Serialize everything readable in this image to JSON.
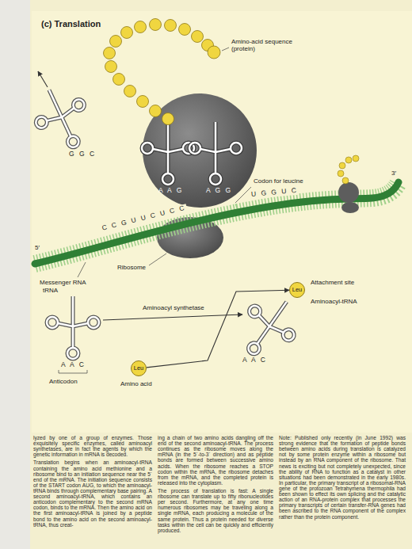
{
  "diagram": {
    "title": "(c) Translation",
    "nodes": [
      {
        "text": [
          "Leu"
        ]
      },
      {
        "text": [
          "Leu"
        ]
      }
    ],
    "edges": [
      {
        "from": 1,
        "to": 0,
        "arrow": "to"
      }
    ],
    "labels": [
      "Amino-acid sequence (protein)",
      "Codon for leucine",
      "A A G",
      "A G G",
      "G G C",
      "C C G U U C U C C",
      "U G G U C",
      "5′",
      "3′",
      "Messenger RNA",
      "Ribosome",
      "tRNA",
      "Aminoacyl synthetase",
      "Attachment site",
      "Aminoacyl-tRNA",
      "A A C",
      "A A C",
      "Anticodon",
      "Amino acid",
      "lyzed by one of a group of enzymes. Those exquisitely specific enzymes, called aminoacyl synthetases, are in fact the agents by which the genetic information in mRNA is decoded.",
      "Translation begins when an aminoacyl-tRNA containing the amino acid methionine and a ribosome bind to an initiation sequence near the 5´ end of the mRNA. The initiation sequence consists of the START codon AUG, to which the aminoacyl-tRNA binds through complementary base pairing. A second aminoacyl-tRNA, which contains an anticodon complementary to the second mRNA codon, binds to the mRNA. Then the amino acid on the first aminoacyl-tRNA is joined by a peptide bond to the amino acid on the second aminoacyl-tRNA, thus creat-",
      "ing a chain of two amino acids dangling off the end of the second aminoacyl-tRNA. The process continues as the ribosome moves along the mRNA (in the 5´-to-3´ direction) and as peptide bonds are formed between successive amino acids. When the ribosome reaches a STOP codon within the mRNA, the ribosome detaches from the mRNA, and the completed protein is released into the cytoplasm.",
      "The process of translation is fast: A single ribosome can translate up to fifty ribonucleotides per second. Furthermore, at any one time numerous ribosomes may be traveling along a single mRNA, each producing a molecule of the same protein. Thus a protein needed for diverse tasks within the cell can be quickly and efficiently produced.",
      "Note: Published only recently (in June 1992) was strong evidence that the formation of peptide bonds between amino acids during translation is catalyzed not by some protein enzyme within a ribosome but instead by an RNA component of the ribosome. That news is exciting but not completely unexpected, since the ability of RNA to function as a catalyst in other situations had been demonstrated in the early 1980s. In particular, the primary transcript of a ribosomal-RNA gene of the protozoan Tetrahymena thermophila had been shown to effect its own splicing and the catalytic action of an RNA-protein complex that processes the primary transcripts of certain transfer-RNA genes had been ascribed to the RNA component of the complex rather than the protein component."
    ]
  }
}
